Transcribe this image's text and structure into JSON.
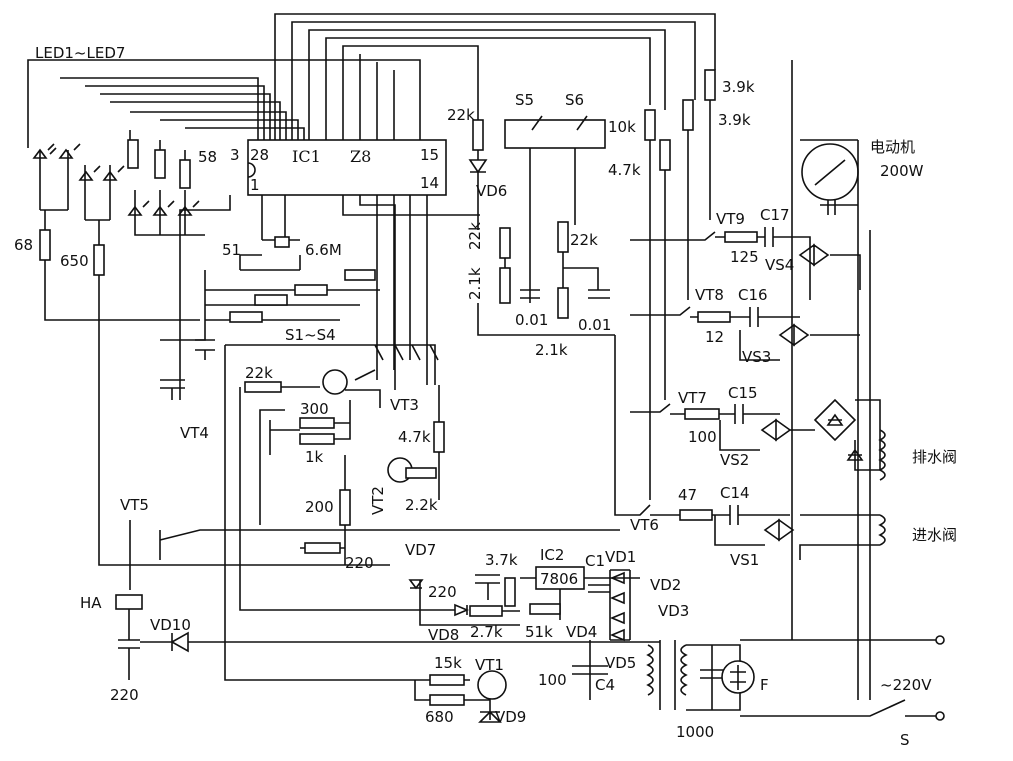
{
  "labels": {
    "led_range": "LED1~LED7",
    "ic1": "IC1",
    "z8": "Z8",
    "pin3": "3",
    "pin28": "28",
    "pin1": "1",
    "pin15": "15",
    "pin14": "14",
    "r58": "58",
    "r68": "68",
    "r650": "650",
    "c51": "51",
    "crystal": "6.6M",
    "switches": "S1~S4",
    "r22k_a": "22k",
    "r300": "300",
    "r1k": "1k",
    "vt3": "VT3",
    "vt4": "VT4",
    "r47k_a": "4.7k",
    "r22k_b": "2.2k",
    "vt2": "VT2",
    "r200": "200",
    "r220_a": "220",
    "vt5": "VT5",
    "vd7": "VD7",
    "ha": "HA",
    "vd10": "VD10",
    "c220_a": "220",
    "r220_b": "220",
    "vd8": "VD8",
    "r27k": "2.7k",
    "r37k": "3.7k",
    "ic2": "IC2",
    "ic2_val": "7806",
    "c1": "C1",
    "vd1": "VD1",
    "vd2": "VD2",
    "vd3": "VD3",
    "vd4": "VD4",
    "vd5": "VD5",
    "r51k": "51k",
    "r15k": "15k",
    "vt1": "VT1",
    "r680": "680",
    "vd9": "VD9",
    "c100": "100",
    "c4": "C4",
    "c1000": "1000",
    "fuse": "F",
    "vd6": "VD6",
    "r22k_c": "22k",
    "r21k_a": "2.1k",
    "r22k_d": "22k",
    "r22k_e": "22k",
    "c001_a": "0.01",
    "c001_b": "0.01",
    "r21k_b": "2.1k",
    "s5": "S5",
    "s6": "S6",
    "r10k": "10k",
    "r47k_b": "4.7k",
    "r39k_a": "3.9k",
    "r39k_b": "3.9k",
    "vt9": "VT9",
    "c17": "C17",
    "r125": "125",
    "vs4": "VS4",
    "vt8": "VT8",
    "c16": "C16",
    "r12": "12",
    "vs3": "VS3",
    "vt7": "VT7",
    "c15": "C15",
    "r100": "100",
    "vs2": "VS2",
    "vt6": "VT6",
    "r47": "47",
    "c14": "C14",
    "vs1": "VS1",
    "motor": "电动机",
    "motor_power": "200W",
    "drain_valve": "排水阀",
    "inlet_valve": "进水阀",
    "mains": "~220V",
    "switch_s": "S"
  }
}
